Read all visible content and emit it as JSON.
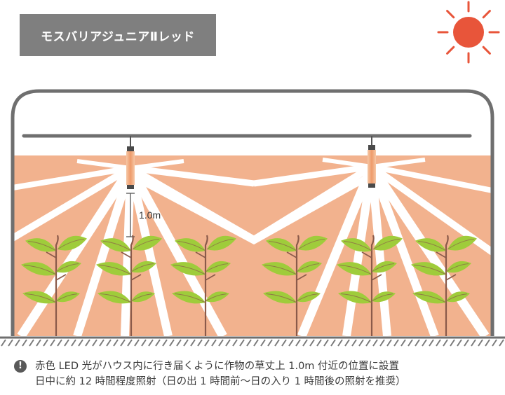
{
  "title": "モスバリアジュニアⅡレッド",
  "height_label": "1.0m",
  "notes": [
    "赤色 LED 光がハウス内に行き届くように作物の草丈上 1.0m 付近の位置に設置",
    "日中に約 12 時間程度照射（日の出 1 時間前〜日の入り 1 時間後の照射を推奨）"
  ],
  "notice_symbol": "!",
  "icons": {
    "sun": "sun-icon",
    "lamp": "led-lamp-icon",
    "plant": "plant-icon",
    "notice": "exclamation-icon"
  },
  "colors": {
    "light": "#f2b28e",
    "light_glow": "#f7cdb3",
    "frame": "#6f6f6f",
    "sun": "#e8553a",
    "leaf": "#9fcc3b",
    "leaf_dark": "#7aaa2a",
    "stem": "#8a5a4a",
    "title_bg": "#7f7f7f",
    "lamp_body": "#f1aa80"
  }
}
